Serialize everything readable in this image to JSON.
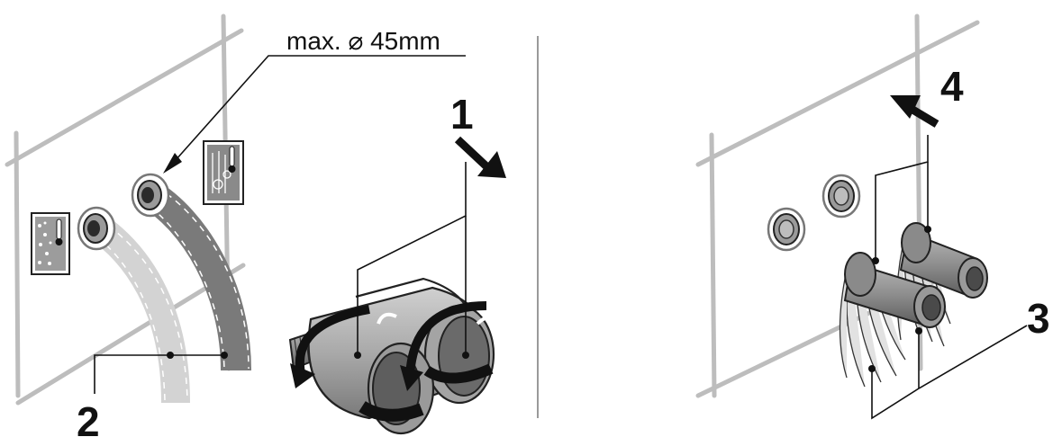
{
  "dimension_label": "max. ⌀ 45mm",
  "callouts": {
    "c1": "1",
    "c2": "2",
    "c3": "3",
    "c4": "4"
  }
}
